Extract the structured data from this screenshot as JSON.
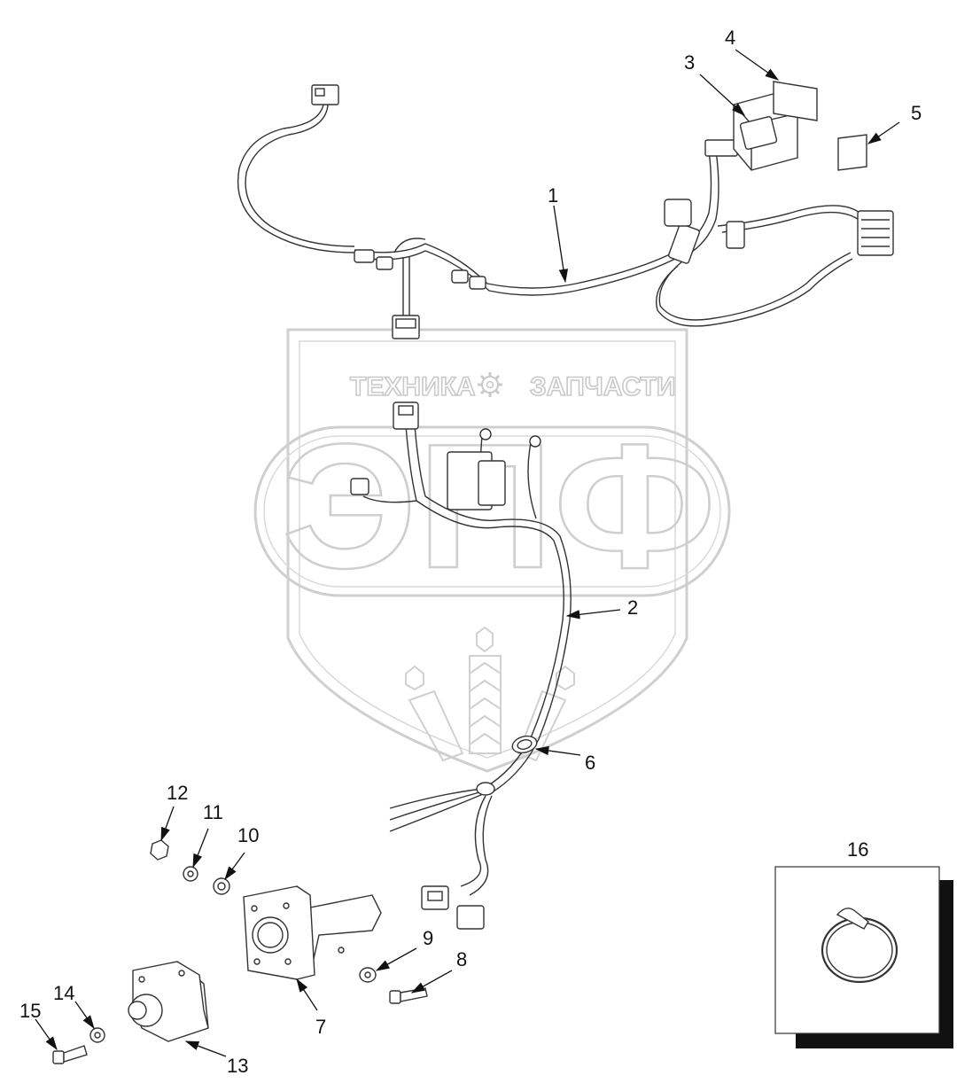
{
  "watermark": {
    "line1_left": "ТЕХНИКА",
    "line1_right": "ЗАПЧАСТИ",
    "brand": "ЭПФ",
    "gear_icon": "gear-icon"
  },
  "callouts": [
    {
      "id": "c1",
      "label": "1"
    },
    {
      "id": "c2",
      "label": "2"
    },
    {
      "id": "c3",
      "label": "3"
    },
    {
      "id": "c4",
      "label": "4"
    },
    {
      "id": "c5",
      "label": "5"
    },
    {
      "id": "c6",
      "label": "6"
    },
    {
      "id": "c7",
      "label": "7"
    },
    {
      "id": "c8",
      "label": "8"
    },
    {
      "id": "c9",
      "label": "9"
    },
    {
      "id": "c10",
      "label": "10"
    },
    {
      "id": "c11",
      "label": "11"
    },
    {
      "id": "c12",
      "label": "12"
    },
    {
      "id": "c13",
      "label": "13"
    },
    {
      "id": "c14",
      "label": "14"
    },
    {
      "id": "c15",
      "label": "15"
    },
    {
      "id": "c16",
      "label": "16"
    }
  ]
}
